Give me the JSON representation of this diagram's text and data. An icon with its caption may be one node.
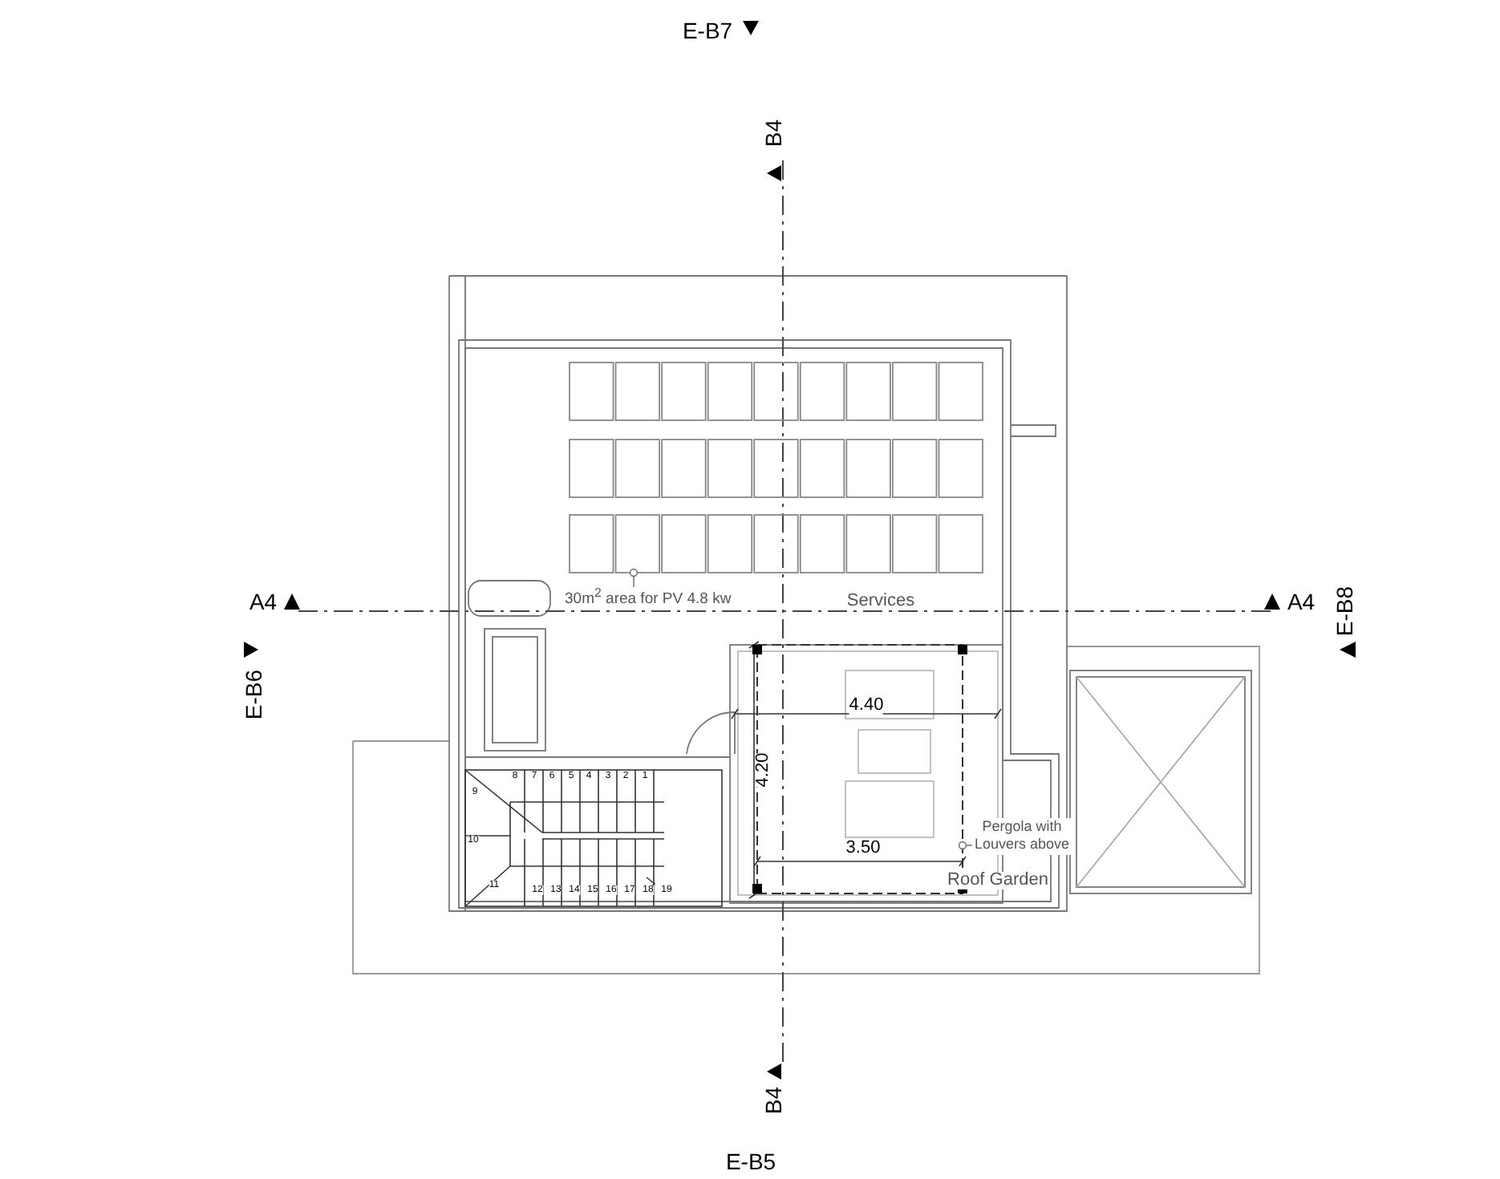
{
  "diagram": {
    "nodes": [
      {
        "text": [
          "30m$^{2}$ area for PV 4.8 kw"
        ]
      },
      {
        "text": [],
        "shape": "box"
      },
      {
        "text": [
          "Pergola with Louvers above"
        ]
      },
      {
        "text": [],
        "shape": "box"
      }
    ],
    "edges": [
      {
        "from": 0,
        "to": 1,
        "arrow": "other"
      },
      {
        "from": 2,
        "to": 3,
        "arrow": "other"
      }
    ],
    "labels": [
      "E-B7",
      "B4",
      "A4",
      "Services",
      "A4",
      "E-B8",
      "E-B6",
      "4.40",
      "4.20",
      "3.50",
      "Roof Garden",
      "8",
      "7",
      "6",
      "5",
      "4",
      "3",
      "2",
      "1",
      "9",
      "10",
      "11",
      "12",
      "13",
      "14",
      "15",
      "16",
      "17",
      "18",
      "19",
      "B4",
      "E-B5"
    ]
  }
}
